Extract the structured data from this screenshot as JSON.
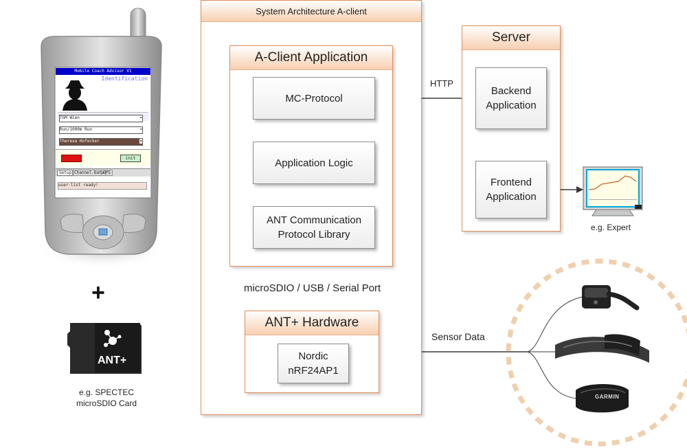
{
  "colors": {
    "container_border": "#e08a55",
    "header_gradient_end": "#f7cfb0",
    "box_border": "#8c8c8c",
    "arrow": "#3a3a3a",
    "sensor_ring": "#f0cfae"
  },
  "outer": {
    "title": "System Architecture A-client"
  },
  "app": {
    "title": "A-Client Application",
    "mc_protocol": "MC-Protocol",
    "app_logic": "Application Logic",
    "ant_lib_line1": "ANT Communication",
    "ant_lib_line2": "Protocol Library"
  },
  "hardware": {
    "title": "ANT+ Hardware",
    "nordic_line1": "Nordic",
    "nordic_line2": "nRF24AP1"
  },
  "server": {
    "title": "Server",
    "backend_line1": "Backend",
    "backend_line2": "Application",
    "frontend_line1": "Frontend",
    "frontend_line2": "Application"
  },
  "labels": {
    "http": "HTTP",
    "interface": "microSDIO / USB / Serial Port",
    "sensor_data": "Sensor Data",
    "expert": "e.g. Expert",
    "plus": "+",
    "card_line1": "e.g. SPECTEC",
    "card_line2": "microSDIO Card",
    "ant_logo": "ANT+"
  },
  "phone_screen": {
    "title": "Mobile Coach Advisor V1",
    "identification": "Identification",
    "select1": "TGM Wien",
    "select2": "Run/1000m Run",
    "select3": "Theresa Hofecker",
    "init_btn": "init",
    "tab1": "Setup",
    "tab2": "Channel-Data",
    "tab3": "GPS",
    "status": "user-list ready!"
  },
  "sensors": {
    "garmin": "GARMIN"
  }
}
